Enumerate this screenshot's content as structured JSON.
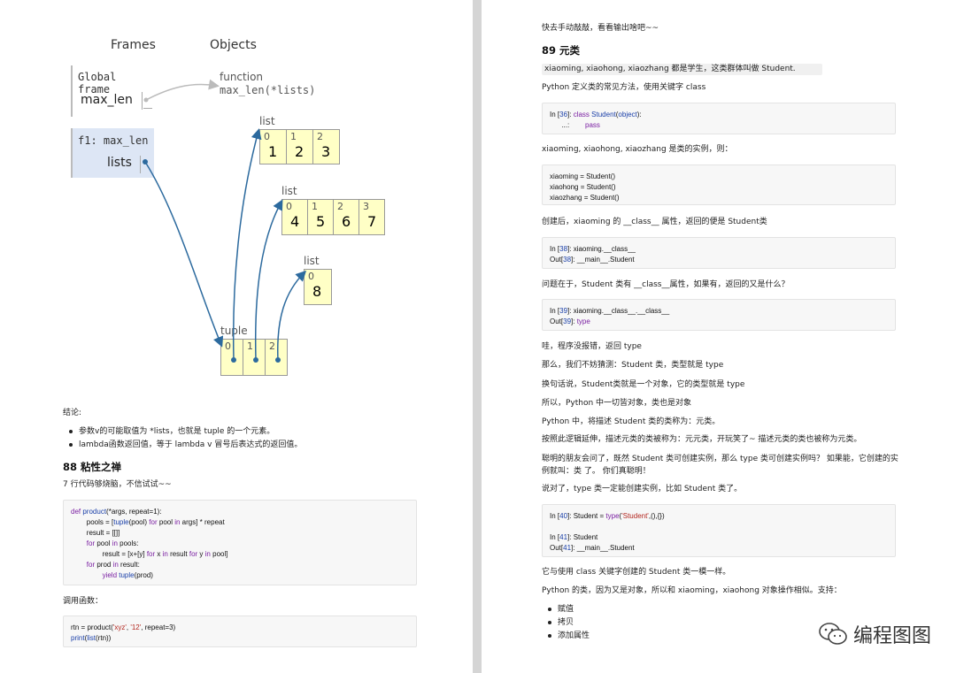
{
  "viz": {
    "frames_header": "Frames",
    "objects_header": "Objects",
    "global_frame": "Global frame",
    "global_var": "max_len",
    "func_label": "function",
    "func_sig": "max_len(*lists)",
    "f1_frame": "f1: max_len",
    "f1_var": "lists",
    "list_label": "list",
    "tuple_label": "tuple",
    "list1": {
      "idx": [
        "0",
        "1",
        "2"
      ],
      "vals": [
        "1",
        "2",
        "3"
      ]
    },
    "list2": {
      "idx": [
        "0",
        "1",
        "2",
        "3"
      ],
      "vals": [
        "4",
        "5",
        "6",
        "7"
      ]
    },
    "list3": {
      "idx": [
        "0"
      ],
      "vals": [
        "8"
      ]
    },
    "tuple": {
      "idx": [
        "0",
        "1",
        "2"
      ]
    }
  },
  "left": {
    "conclusion": "结论:",
    "bullets": [
      "参数v的可能取值为 *lists，也就是 tuple 的一个元素。",
      "lambda函数返回值，等于 lambda v 冒号后表达式的返回值。"
    ],
    "h88": "88 粘性之禅",
    "intro88": "7 行代码够烧脑，不信试试~~",
    "code88": [
      "def product(*args, repeat=1):",
      "    pools = [tuple(pool) for pool in args] * repeat",
      "    result = [[]]",
      "    for pool in pools:",
      "        result = [x+[y] for x in result for y in pool]",
      "    for prod in result:",
      "        yield tuple(prod)"
    ],
    "call_label": "调用函数：",
    "code_call": [
      "rtn = product('xyz', '12', repeat=3)",
      "print(list(rtn))"
    ]
  },
  "right": {
    "p0": "快去手动敲敲，看看输出啥吧~~",
    "h89": "89 元类",
    "p1": "xiaoming, xiaohong, xiaozhang 都是学生，这类群体叫做 Student.",
    "p2": "Python 定义类的常见方法，使用关键字 class",
    "code1": [
      "In [36]: class Student(object):",
      "   ...:      pass"
    ],
    "p3": "xiaoming, xiaohong, xiaozhang 是类的实例，则：",
    "code2": [
      "xiaoming = Student()",
      "xiaohong = Student()",
      "xiaozhang = Student()"
    ],
    "p4": "创建后，xiaoming 的 __class__ 属性，返回的便是 Student类",
    "code3": [
      "In [38]: xiaoming.__class__",
      "Out[38]: __main__.Student"
    ],
    "p5": "问题在于，Student 类有 __class__属性，如果有，返回的又是什么？",
    "code4": [
      "In [39]: xiaoming.__class__.__class__",
      "Out[39]: type"
    ],
    "p6": "哇，程序没报错，返回 type",
    "p7": "那么，我们不妨猜测：Student 类，类型就是 type",
    "p8": "换句话说，Student类就是一个对象，它的类型就是 type",
    "p9": "所以，Python 中一切皆对象，类也是对象",
    "p10": "Python 中，将描述 Student 类的类称为：元类。",
    "p11": "按照此逻辑延伸，描述元类的类被称为：元元类，开玩笑了~ 描述元类的类也被称为元类。",
    "p12a": "聪明的朋友会问了，既然 Student 类可创建实例，那么 type 类可创建实例吗？ 如果能，它创建的实",
    "p12b": "例就叫：类 了。 你们真聪明！",
    "p13": "说对了，type 类一定能创建实例，比如 Student 类了。",
    "code5": [
      "In [40]: Student = type('Student',(),{})",
      "",
      "In [41]: Student",
      "Out[41]: __main__.Student"
    ],
    "p14": "它与使用 class 关键字创建的 Student 类一模一样。",
    "p15": "Python 的类，因为又是对象，所以和 xiaoming，xiaohong 对象操作相似。支持：",
    "bullets": [
      "赋值",
      "拷贝",
      "添加属性"
    ]
  },
  "watermark": "编程图图"
}
